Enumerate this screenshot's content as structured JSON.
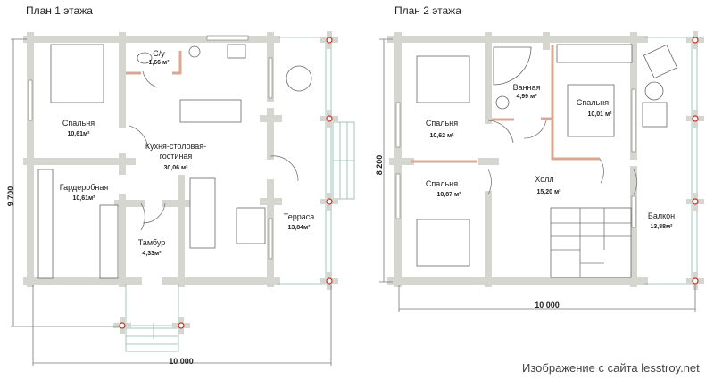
{
  "plan1": {
    "title": "План 1 этажа",
    "width_dim": "10 000",
    "height_dim": "9 700",
    "rooms": [
      {
        "name": "Спальня",
        "area": "10,61м²"
      },
      {
        "name": "С/у",
        "area": "1,66 м²"
      },
      {
        "name": "Кухня-столовая-",
        "name2": "гостиная",
        "area": "30,06 м²"
      },
      {
        "name": "Гардеробная",
        "area": "10,61м²"
      },
      {
        "name": "Тамбур",
        "area": "4,33м²"
      },
      {
        "name": "Терраса",
        "area": "13,84м²"
      }
    ]
  },
  "plan2": {
    "title": "План 2 этажа",
    "width_dim": "10 000",
    "height_dim": "8 200",
    "rooms": [
      {
        "name": "Спальня",
        "area": "10,62 м²"
      },
      {
        "name": "Ванная",
        "area": "4,99 м²"
      },
      {
        "name": "Спальня",
        "area": "10,01 м²"
      },
      {
        "name": "Спальня",
        "area": "10,87 м²"
      },
      {
        "name": "Холл",
        "area": "15,20 м²"
      },
      {
        "name": "Балкон",
        "area": "13,88м²"
      }
    ]
  },
  "watermark": "Изображение с сайта lesstroy.net"
}
